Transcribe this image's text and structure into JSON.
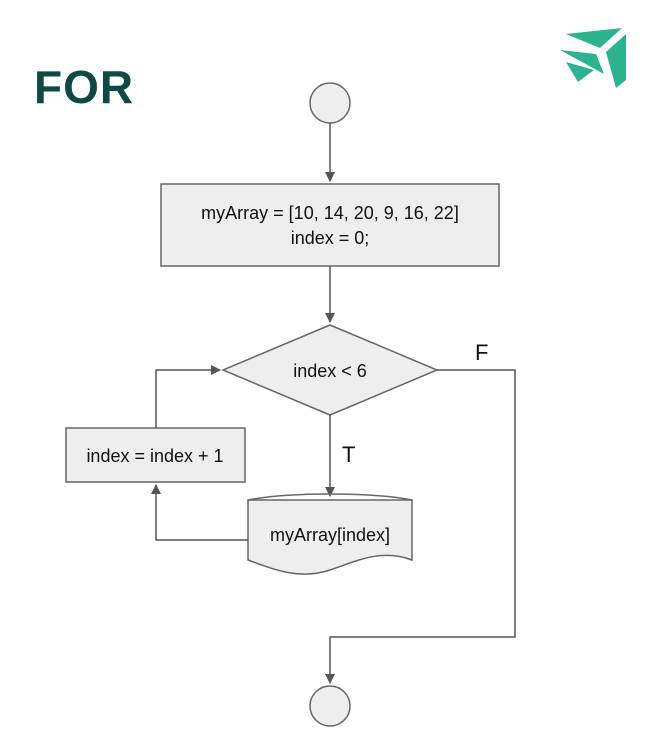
{
  "title": "FOR",
  "colors": {
    "title": "#0d4a43",
    "logo": "#2bb38f",
    "node_fill": "#eeeeee",
    "node_stroke": "#666666",
    "edge": "#555555"
  },
  "logo": {
    "icon": "paper-plane-logo"
  },
  "nodes": {
    "init_line1": "myArray = [10, 14, 20, 9, 16, 22]",
    "init_line2": "index = 0;",
    "condition": "index < 6",
    "increment": "index = index + 1",
    "output": "myArray[index]"
  },
  "edges": {
    "true_label": "T",
    "false_label": "F"
  }
}
